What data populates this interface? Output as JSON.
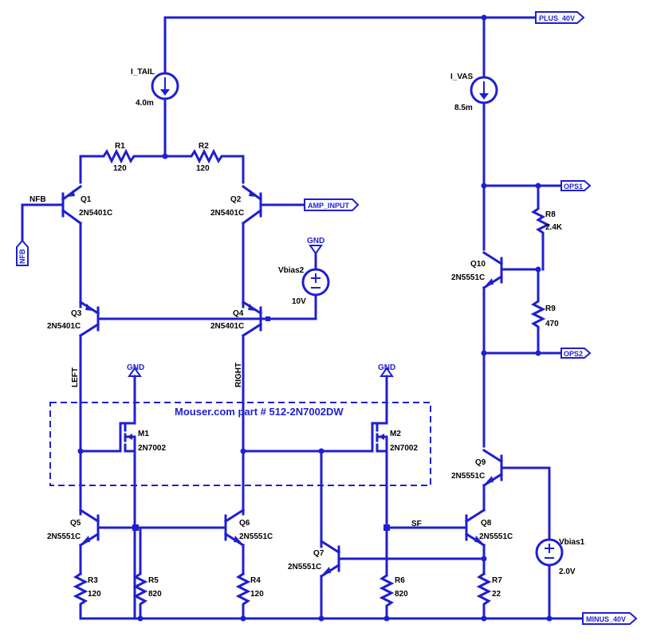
{
  "nets": {
    "plus": "PLUS_40V",
    "minus": "MINUS_40V",
    "ops1": "OPS1",
    "ops2": "OPS2",
    "nfb": "NFB",
    "amp_input": "AMP_INPUT",
    "gnd": "GND",
    "left": "LEFT",
    "right": "RIGHT",
    "sf": "SF"
  },
  "note": "Mouser.com part # 512-2N7002DW",
  "components": {
    "i_tail": {
      "name": "I_TAIL",
      "value": "4.0m"
    },
    "i_vas": {
      "name": "I_VAS",
      "value": "8.5m"
    },
    "r1": {
      "name": "R1",
      "value": "120"
    },
    "r2": {
      "name": "R2",
      "value": "120"
    },
    "r3": {
      "name": "R3",
      "value": "120"
    },
    "r4": {
      "name": "R4",
      "value": "120"
    },
    "r5": {
      "name": "R5",
      "value": "820"
    },
    "r6": {
      "name": "R6",
      "value": "820"
    },
    "r7": {
      "name": "R7",
      "value": "22"
    },
    "r8": {
      "name": "R8",
      "value": "2.4K"
    },
    "r9": {
      "name": "R9",
      "value": "470"
    },
    "q1": {
      "name": "Q1",
      "value": "2N5401C"
    },
    "q2": {
      "name": "Q2",
      "value": "2N5401C"
    },
    "q3": {
      "name": "Q3",
      "value": "2N5401C"
    },
    "q4": {
      "name": "Q4",
      "value": "2N5401C"
    },
    "q5": {
      "name": "Q5",
      "value": "2N5551C"
    },
    "q6": {
      "name": "Q6",
      "value": "2N5551C"
    },
    "q7": {
      "name": "Q7",
      "value": "2N5551C"
    },
    "q8": {
      "name": "Q8",
      "value": "2N5551C"
    },
    "q9": {
      "name": "Q9",
      "value": "2N5551C"
    },
    "q10": {
      "name": "Q10",
      "value": "2N5551C"
    },
    "m1": {
      "name": "M1",
      "value": "2N7002"
    },
    "m2": {
      "name": "M2",
      "value": "2N7002"
    },
    "vbias1": {
      "name": "Vbias1",
      "value": "2.0V"
    },
    "vbias2": {
      "name": "Vbias2",
      "value": "10V"
    }
  }
}
